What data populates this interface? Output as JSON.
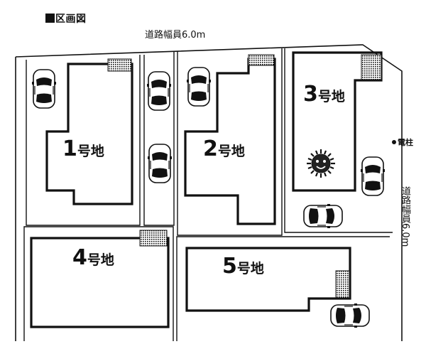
{
  "title": "区画図",
  "road_top": "道路幅員6.0m",
  "road_right": "道路幅員6.0m",
  "utility_pole": "電柱",
  "lots": [
    {
      "number": "1",
      "suffix": "号地"
    },
    {
      "number": "2",
      "suffix": "号地"
    },
    {
      "number": "3",
      "suffix": "号地"
    },
    {
      "number": "4",
      "suffix": "号地"
    },
    {
      "number": "5",
      "suffix": "号地"
    }
  ],
  "icons": [
    "car-icon",
    "sun-icon",
    "hatched-mark-icon",
    "utility-pole-icon"
  ],
  "colors": {
    "line": "#111111",
    "background": "#ffffff",
    "sun": "#222222"
  }
}
